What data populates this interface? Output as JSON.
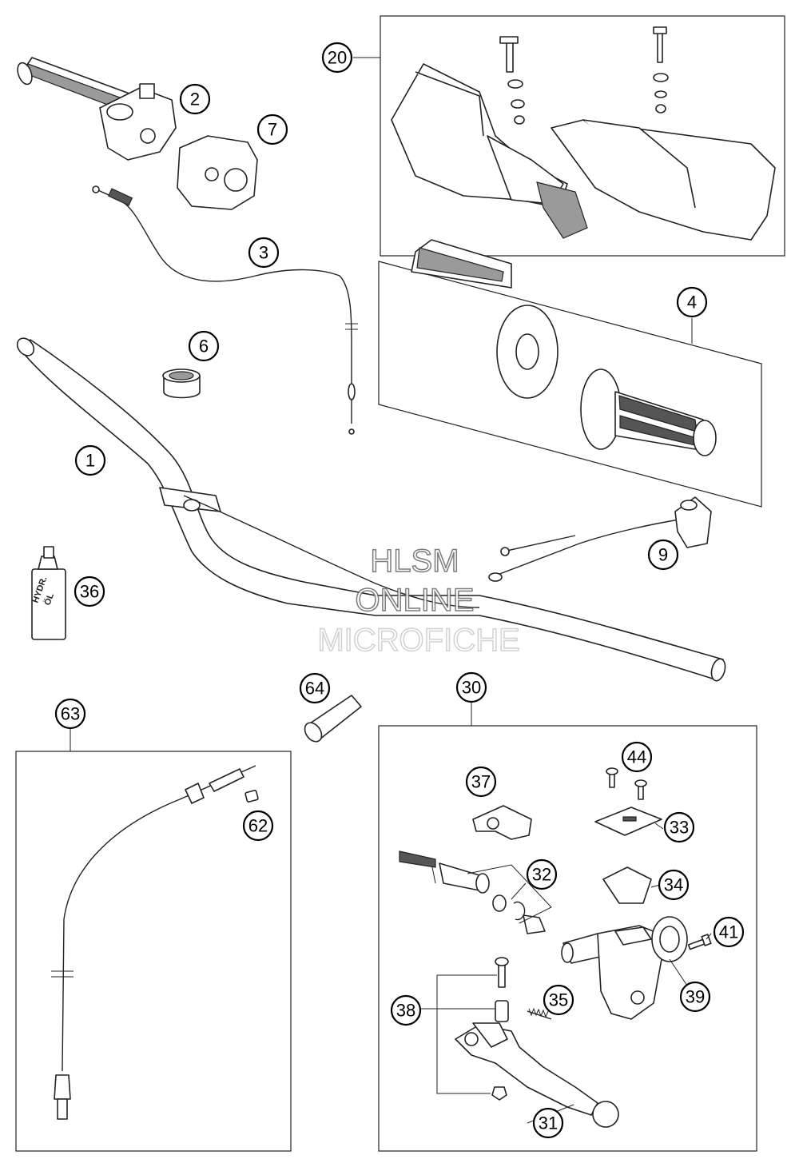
{
  "callouts": {
    "c1": "1",
    "c2": "2",
    "c3": "3",
    "c4": "4",
    "c6": "6",
    "c7": "7",
    "c9": "9",
    "c20": "20",
    "c30": "30",
    "c31": "31",
    "c32": "32",
    "c33": "33",
    "c34": "34",
    "c35": "35",
    "c36": "36",
    "c37": "37",
    "c38": "38",
    "c39": "39",
    "c41": "41",
    "c44": "44",
    "c62": "62",
    "c63": "63",
    "c64": "64"
  },
  "bottle_label": {
    "line1": "HYDR.",
    "line2": "ÖL"
  },
  "watermark": {
    "line1": "HLSM",
    "line2": "ONLINE",
    "line3": "MICROFICHE"
  }
}
